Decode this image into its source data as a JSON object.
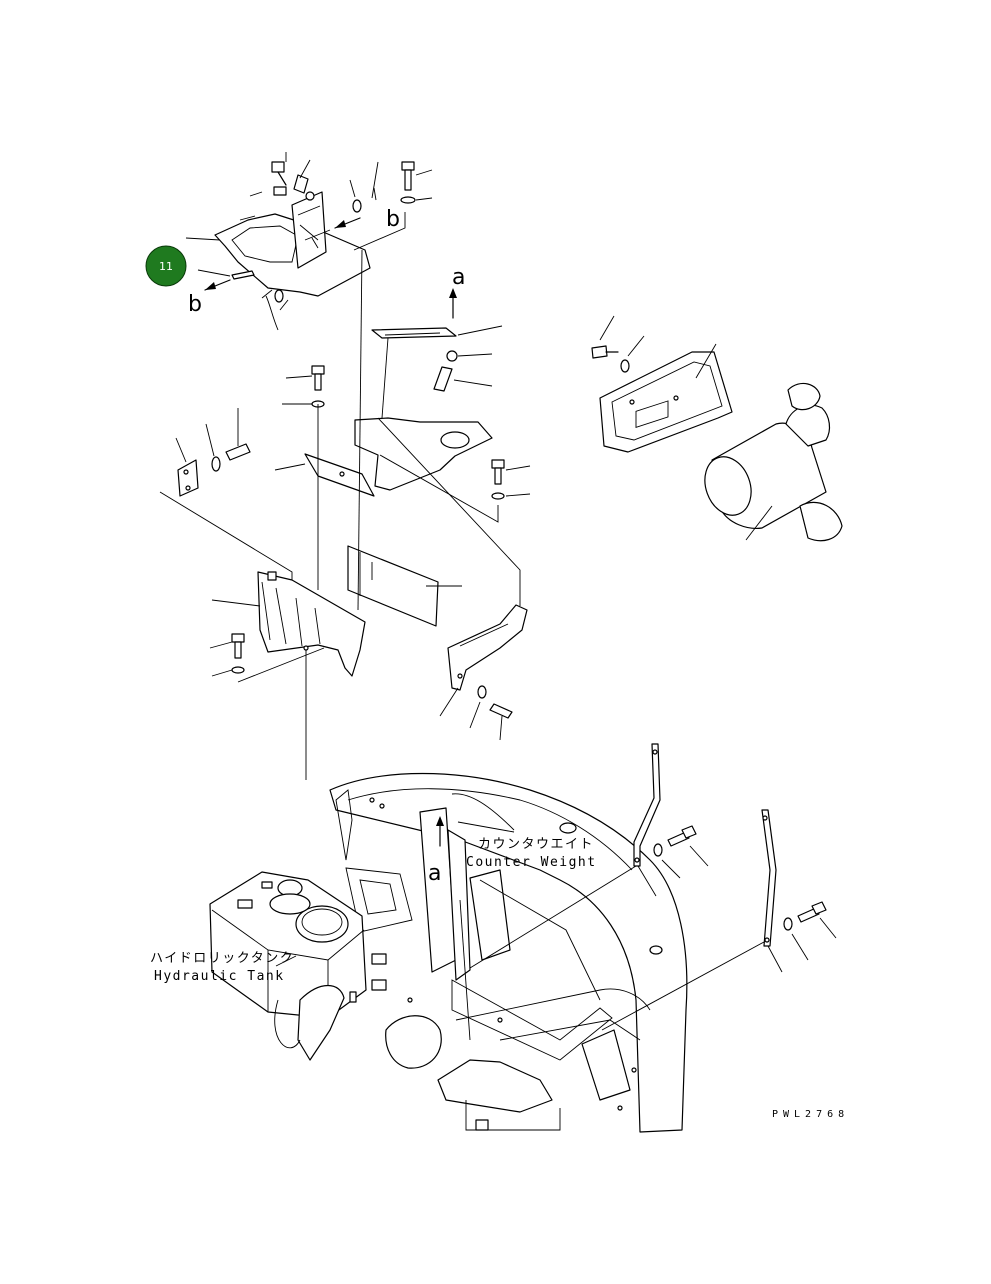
{
  "callout": {
    "number": "11",
    "color": "#1f7a1f"
  },
  "labels": {
    "counterweight_jp": "カウンタウエイト",
    "counterweight_en": "Counter Weight",
    "hydraulic_tank_jp": "ハイドロリックタンク",
    "hydraulic_tank_en": "Hydraulic Tank"
  },
  "reference_letters": {
    "a_top": "a",
    "a_bottom": "a",
    "b_left": "b",
    "b_right": "b"
  },
  "drawing_code": "PWL2768"
}
